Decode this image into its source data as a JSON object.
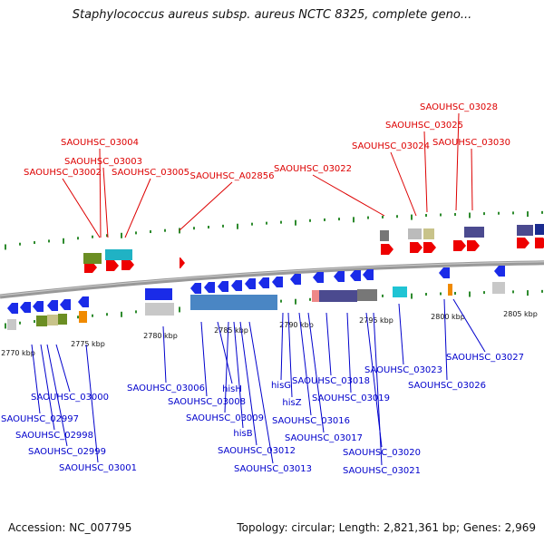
{
  "title": "Staphylococcus aureus subsp. aureus NCTC 8325, complete geno...",
  "footer": {
    "accession": "Accession: NC_007795",
    "summary": "Topology: circular; Length: 2,821,361 bp; Genes: 2,969"
  },
  "colors": {
    "forward_label": "#dd0000",
    "reverse_label": "#0000cc",
    "forward_arrow": "#ee0000",
    "reverse_arrow": "#1a2be8",
    "backbone": "#888888",
    "tick": "#2e8b2e"
  },
  "scale_ticks": [
    "2770 kbp",
    "2775 kbp",
    "2780 kbp",
    "2785 kbp",
    "2790 kbp",
    "2795 kbp",
    "2800 kbp",
    "2805 kbp"
  ],
  "forward_labels": [
    "SAOUHSC_03004",
    "SAOUHSC_03003",
    "SAOUHSC_03002",
    "SAOUHSC_03005",
    "SAOUHSC_A02856",
    "SAOUHSC_03022",
    "SAOUHSC_03024",
    "SAOUHSC_03025",
    "SAOUHSC_03028",
    "SAOUHSC_03030"
  ],
  "reverse_labels": [
    "SAOUHSC_03000",
    "SAOUHSC_02997",
    "SAOUHSC_02998",
    "SAOUHSC_02999",
    "SAOUHSC_03001",
    "SAOUHSC_03006",
    "SAOUHSC_03008",
    "hisH",
    "SAOUHSC_03009",
    "hisB",
    "SAOUHSC_03012",
    "SAOUHSC_03013",
    "hisG",
    "hisZ",
    "SAOUHSC_03016",
    "SAOUHSC_03017",
    "SAOUHSC_03018",
    "SAOUHSC_03019",
    "SAOUHSC_03020",
    "SAOUHSC_03021",
    "SAOUHSC_03023",
    "SAOUHSC_03026",
    "SAOUHSC_03027"
  ]
}
